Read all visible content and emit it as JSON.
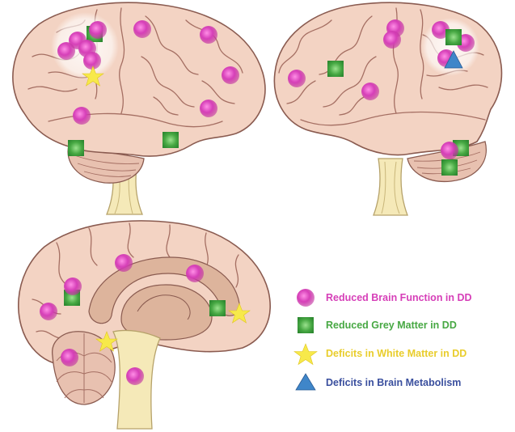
{
  "legend": {
    "function": {
      "label": "Reduced Brain Function in DD",
      "color": "#d63fb8",
      "icon": "magenta-circle-icon"
    },
    "grey": {
      "label": "Reduced Grey Matter in DD",
      "color": "#47a843",
      "icon": "green-square-icon"
    },
    "white": {
      "label": "Deficits in White Matter in DD",
      "color": "#e9cd2c",
      "icon": "yellow-star-icon"
    },
    "metabolism": {
      "label": "Deficits in Brain Metabolism",
      "color": "#3a4f9e",
      "icon": "blue-triangle-icon"
    }
  },
  "colors": {
    "brain": "#f3d3c3",
    "brain_stroke": "#8a5b50",
    "sulci": "#a56f63",
    "stem": "#f5e9b8",
    "stem_stroke": "#b6a26a",
    "inner": "#ddb49c",
    "highlight": "#ffffff"
  }
}
